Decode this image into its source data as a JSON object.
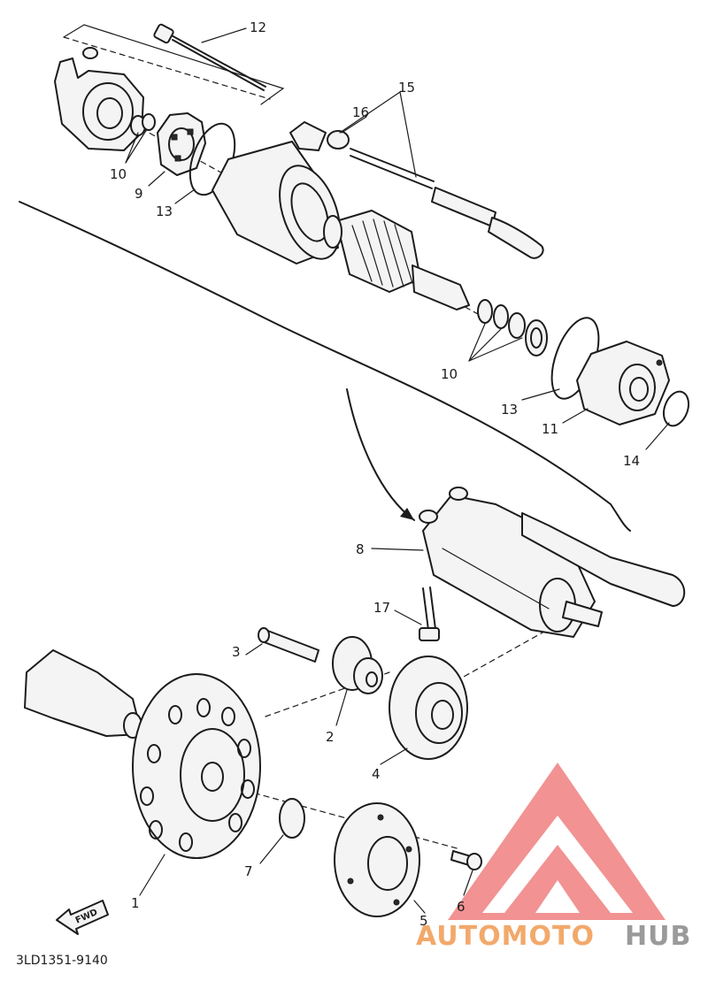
{
  "diagram": {
    "callouts": {
      "c1": "1",
      "c2": "2",
      "c3": "3",
      "c4": "4",
      "c5": "5",
      "c6": "6",
      "c7": "7",
      "c8": "8",
      "c9": "9",
      "c10a": "10",
      "c10b": "10",
      "c11": "11",
      "c12": "12",
      "c13a": "13",
      "c13b": "13",
      "c14": "14",
      "c15": "15",
      "c16": "16",
      "c17": "17"
    },
    "fwd_label": "FWD",
    "part_code": "3LD1351-9140"
  },
  "watermark": {
    "text_orange": "AUTOMOTO",
    "text_gray": "HUB",
    "colors": {
      "orange": "#f2a96b",
      "gray": "#9a9a9a",
      "logo": "#f08080"
    }
  }
}
